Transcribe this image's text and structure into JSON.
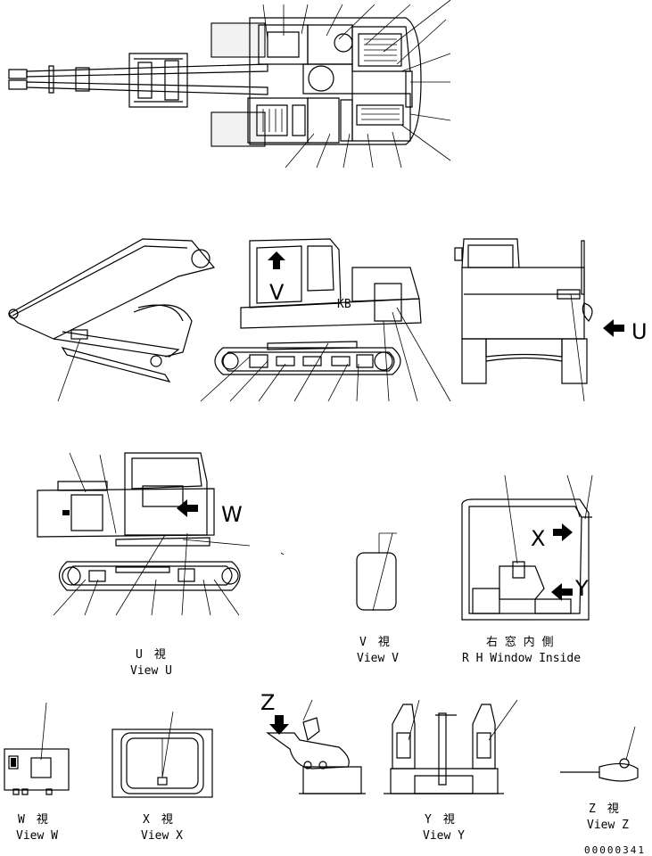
{
  "views": {
    "u": {
      "jp": "U　視",
      "en": "View U"
    },
    "v": {
      "jp": "V　視",
      "en": "View V"
    },
    "rh": {
      "jp": "右 窓 内 側",
      "en": "R H Window Inside"
    },
    "w": {
      "jp": "W　視",
      "en": "View W"
    },
    "x": {
      "jp": "X　視",
      "en": "View X"
    },
    "y": {
      "jp": "Y　視",
      "en": "View Y"
    },
    "z": {
      "jp": "Z　視",
      "en": "View Z"
    }
  },
  "view_letters": {
    "u": "U",
    "v": "V",
    "w": "W",
    "x": "X",
    "y": "Y",
    "z": "Z"
  },
  "side_mark": "KB",
  "drawing_number": "00000341"
}
